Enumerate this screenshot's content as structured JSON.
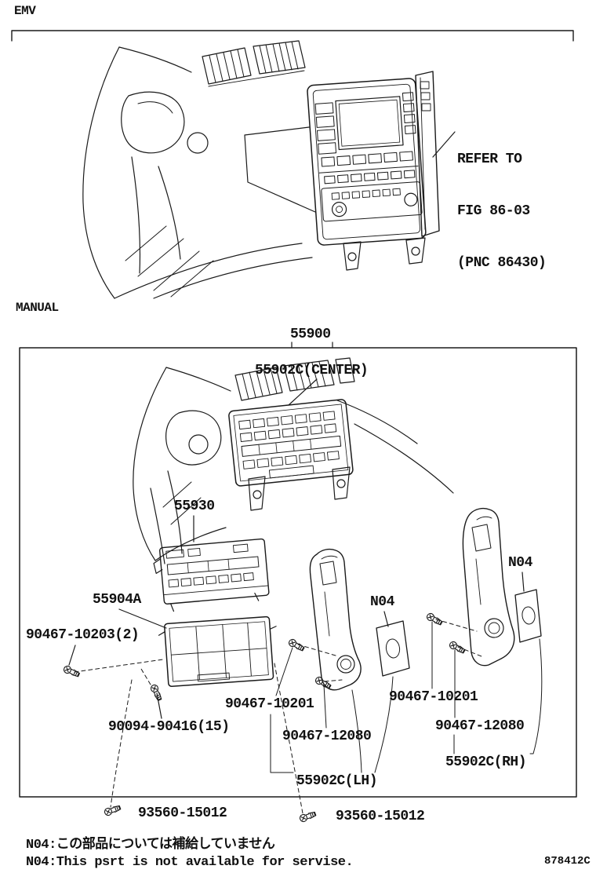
{
  "sections": {
    "emv": {
      "label": "EMV"
    },
    "manual": {
      "label": "MANUAL",
      "assembly_number": "55900"
    }
  },
  "refer_note": {
    "line1": "REFER TO",
    "line2": "FIG 86-03",
    "line3": "(PNC 86430)"
  },
  "labels": {
    "center_panel": "55902C(CENTER)",
    "radio_unit": "55930",
    "bracket": "55904A",
    "screw_10203": "90467-10203(2)",
    "n04_lh": "N04",
    "n04_rh": "N04",
    "clip_10201_lh": "90467-10201",
    "clip_10201_rh": "90467-10201",
    "screw_90094": "90094-90416(15)",
    "clip_12080_lh": "90467-12080",
    "clip_12080_rh": "90467-12080",
    "panel_lh": "55902C(LH)",
    "panel_rh": "55902C(RH)",
    "screw_93560_left": "93560-15012",
    "screw_93560_right": "93560-15012"
  },
  "footnotes": {
    "jp": "N04:この部品については補給していません",
    "en": "N04:This psrt is not available for servise."
  },
  "doc_number": "878412C",
  "colors": {
    "ink": "#1a1a1a",
    "paper": "#ffffff"
  }
}
